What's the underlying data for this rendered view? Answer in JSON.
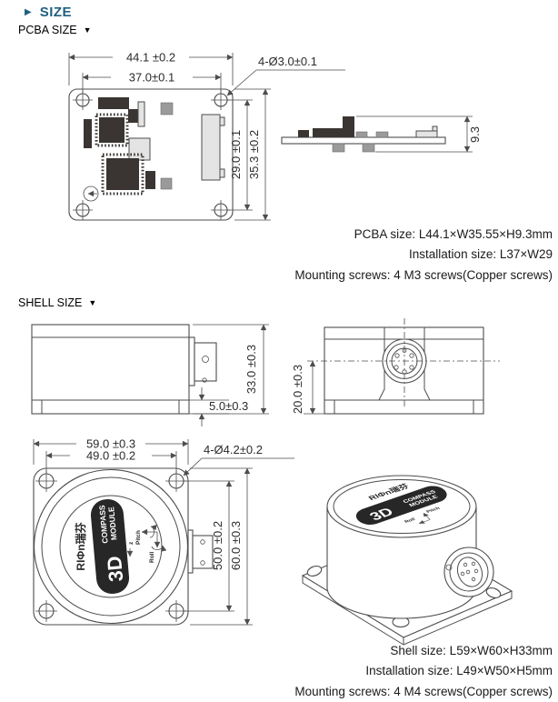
{
  "header": {
    "bullet": "▶",
    "title": "SIZE"
  },
  "pcba": {
    "section_label": "PCBA SIZE",
    "collapse_icon": "▼",
    "dims": {
      "outer_width": "44.1 ±0.2",
      "hole_spacing_w": "37.0±0.1",
      "holes": "4-Ø3.0±0.1",
      "hole_spacing_h": "29.0 ±0.1",
      "outer_height": "35.3 ±0.2",
      "thickness": "9.3"
    },
    "captions": {
      "size": "PCBA size: L44.1×W35.55×H9.3mm",
      "installation": "Installation size: L37×W29",
      "screws": "Mounting screws: 4 M3 screws(Copper screws)"
    }
  },
  "shell": {
    "section_label": "SHELL SIZE",
    "collapse_icon": "▼",
    "dims": {
      "body_height": "33.0 ±0.3",
      "flange_height": "5.0±0.3",
      "connector_height": "20.0 ±0.3",
      "outer_width": "59.0 ±0.3",
      "hole_spacing_w": "49.0 ±0.2",
      "holes": "4-Ø4.2±0.2",
      "hole_spacing_h": "50.0 ±0.2",
      "outer_height": "60.0 ±0.3"
    },
    "label_sticker": {
      "brand": "RIΦn瑞芬",
      "product": "3D",
      "line1": "COMPASS",
      "line2": "MODULE",
      "axis_z": "z",
      "axis_pitch": "Pitch",
      "axis_roll": "Roll"
    },
    "captions": {
      "size": "Shell size: L59×W60×H33mm",
      "installation": "Installation size: L49×W50×H5mm",
      "screws": "Mounting screws: 4 M4 screws(Copper screws)"
    }
  }
}
